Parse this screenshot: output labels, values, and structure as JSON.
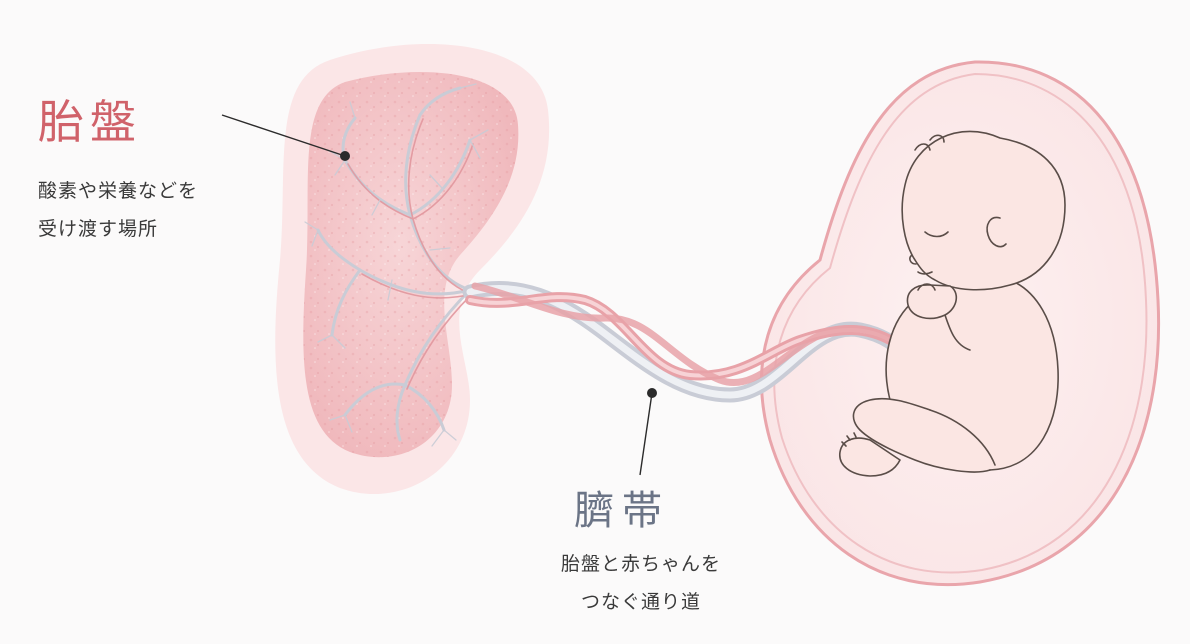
{
  "labels": {
    "placenta": {
      "title": "胎盤",
      "line1": "酸素や栄養などを",
      "line2": "受け渡す場所"
    },
    "umbilical_cord": {
      "title": "臍帯",
      "line1": "胎盤と赤ちゃんを",
      "line2": "つなぐ通り道"
    }
  },
  "colors": {
    "placenta_title": "#d0626a",
    "cord_title": "#6b7486",
    "placenta_fill": "#f4c9cc",
    "placenta_halo": "#fbe4e5",
    "amniotic_sac": "#e89aa0",
    "artery_red": "#e8a2a8",
    "vein_gray": "#c9ccd6",
    "baby_skin": "#fbe6e3",
    "line": "#2b2b2b"
  }
}
